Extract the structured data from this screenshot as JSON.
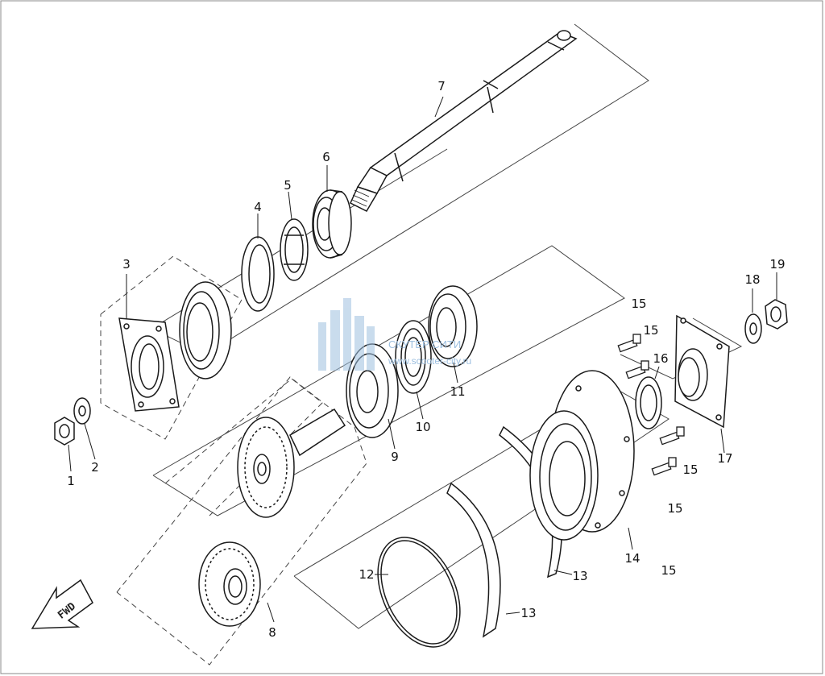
{
  "diagram": {
    "callouts": [
      {
        "id": "c1",
        "text": "1"
      },
      {
        "id": "c2",
        "text": "2"
      },
      {
        "id": "c3",
        "text": "3"
      },
      {
        "id": "c4",
        "text": "4"
      },
      {
        "id": "c5",
        "text": "5"
      },
      {
        "id": "c6",
        "text": "6"
      },
      {
        "id": "c7",
        "text": "7"
      },
      {
        "id": "c8",
        "text": "8"
      },
      {
        "id": "c9",
        "text": "9"
      },
      {
        "id": "c10",
        "text": "10"
      },
      {
        "id": "c11",
        "text": "11"
      },
      {
        "id": "c12",
        "text": "12"
      },
      {
        "id": "c13a",
        "text": "13"
      },
      {
        "id": "c13b",
        "text": "13"
      },
      {
        "id": "c14",
        "text": "14"
      },
      {
        "id": "c15a",
        "text": "15"
      },
      {
        "id": "c15b",
        "text": "15"
      },
      {
        "id": "c15c",
        "text": "15"
      },
      {
        "id": "c15d",
        "text": "15"
      },
      {
        "id": "c15e",
        "text": "15"
      },
      {
        "id": "c16",
        "text": "16"
      },
      {
        "id": "c17",
        "text": "17"
      },
      {
        "id": "c18",
        "text": "18"
      },
      {
        "id": "c19",
        "text": "19"
      }
    ],
    "direction_arrow": "FWD",
    "watermark": {
      "brand": "СКУТЕР СИТИ",
      "url": "www.scooter-city.ru"
    }
  },
  "colors": {
    "ink": "#1a1a1a",
    "watermark": "#9ec0e0"
  }
}
